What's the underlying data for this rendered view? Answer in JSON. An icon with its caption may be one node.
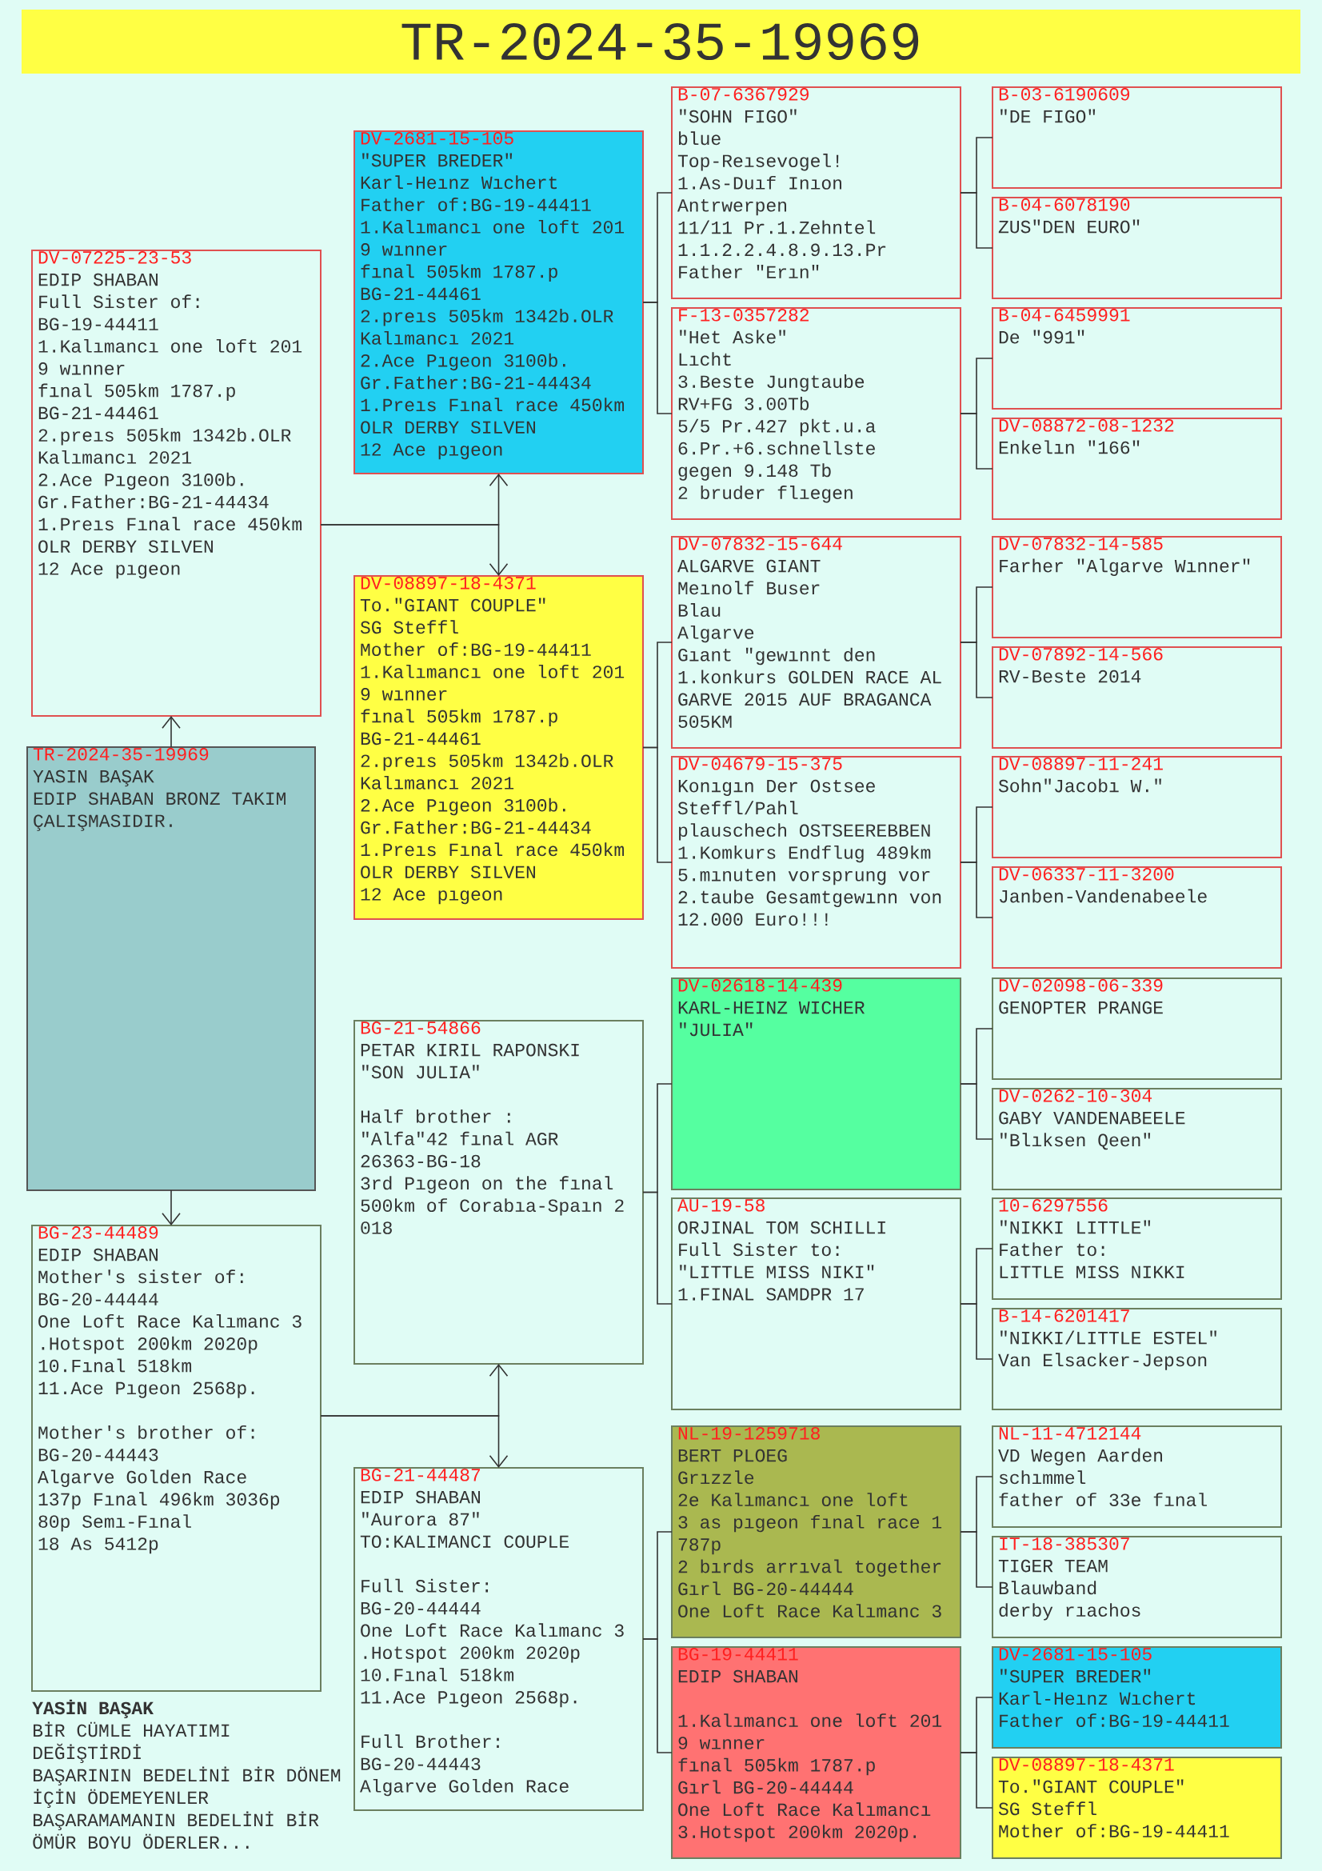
{
  "diagram": {
    "title": "TR-2024-35-19969",
    "nodes": [
      {
        "text": [
          "DV-07225-23-53",
          "EDIP SHABAN",
          "Full Sister of:",
          "BG-19-44411",
          "1.Kalımancı one loft 201",
          "9 wınner",
          "fınal 505km 1787.p",
          "BG-21-44461",
          "2.preıs 505km 1342b.OLR",
          "Kalımancı 2021",
          "2.Ace Pıgeon 3100b.",
          "Gr.Father:BG-21-44434",
          "1.Preıs Fınal race 450km",
          "OLR DERBY SILVEN",
          "12 Ace pıgeon"
        ]
      },
      {
        "text": [
          "TR-2024-35-19969",
          "YASIN BAŞAK",
          "EDIP SHABAN BRONZ TAKIM",
          "ÇALIŞMASIDIR."
        ]
      },
      {
        "text": [
          "BG-23-44489",
          "EDIP SHABAN",
          "Mother's sister of:",
          "BG-20-44444",
          "One Loft Race Kalımanc 3",
          ".Hotspot 200km 2020p",
          "10.Fınal 518km",
          "11.Ace Pıgeon 2568p.",
          "Mother's brother of:",
          "BG-20-44443",
          "Algarve Golden Race",
          "137p Fınal 496km 3036p",
          "80p Semı-Fınal",
          "18 As 5412p"
        ]
      },
      {
        "text": [
          "DV-2681-15-105",
          "\"SUPER BREDER\"",
          "Karl-Heınz Wıchert",
          "Father of:BG-19-44411",
          "1.Kalımancı one loft 201",
          "9 wınner",
          "fınal 505km 1787.p",
          "BG-21-44461",
          "2.preıs 505km 1342b.OLR",
          "Kalımancı 2021",
          "2.Ace Pıgeon 3100b.",
          "Gr.Father:BG-21-44434",
          "1.Preıs Fınal race 450km",
          "OLR DERBY SILVEN",
          "12 Ace pıgeon"
        ]
      },
      {
        "text": [
          "DV-08897-18-4371",
          "To.\"GIANT COUPLE\"",
          "SG Steffl",
          "Mother of:BG-19-44411",
          "1.Kalımancı one loft 201",
          "9 wınner",
          "fınal 505km 1787.p",
          "BG-21-44461",
          "2.preıs 505km 1342b.OLR",
          "Kalımancı 2021",
          "2.Ace Pıgeon 3100b.",
          "Gr.Father:BG-21-44434",
          "1.Preıs Fınal race 450km",
          "OLR DERBY SILVEN",
          "12 Ace pıgeon"
        ]
      },
      {
        "text": [
          "BG-21-54866",
          "PETAR KIRIL RAPONSKI",
          "\"SON JULIA\"",
          "Half brother :",
          "\"Alfa\"42 fınal AGR",
          "26363-BG-18",
          "3rd Pıgeon on the fınal",
          "500km of Corabıa-Spaın 2",
          "018"
        ]
      },
      {
        "text": [
          "BG-21-44487",
          "EDIP SHABAN",
          "\"Aurora 87\"",
          "TO:KALIMANCI COUPLE",
          "Full Sister:",
          "BG-20-44444",
          "One Loft Race Kalımanc 3",
          ".Hotspot 200km 2020p",
          "10.Fınal 518km",
          "11.Ace Pıgeon 2568p.",
          "Full Brother:",
          "BG-20-44443",
          "Algarve Golden Race"
        ]
      },
      {
        "text": [
          "B-07-6367929",
          "\"SOHN FIGO\"",
          "blue",
          "Top-Reısevogel!",
          "1.As-Duıf Inıon",
          "Antrwerpen",
          "11/11 Pr.1.Zehntel",
          "1.1.2.2.4.8.9.13.Pr",
          "Father \"Erın\""
        ]
      },
      {
        "text": [
          "F-13-0357282",
          "\"Het Aske\"",
          "Lıcht",
          "3.Beste Jungtaube",
          "RV+FG 3.00Tb",
          "5/5 Pr.427 pkt.u.a",
          "6.Pr.+6.schnellste",
          "gegen 9.148 Tb",
          "2 bruder flıegen"
        ]
      },
      {
        "text": [
          "DV-07832-15-644",
          "ALGARVE GIANT",
          "Meınolf Buser",
          "Blau",
          "Algarve",
          "Gıant \"gewınnt den",
          "1.konkurs GOLDEN RACE AL",
          "GARVE 2015 AUF BRAGANCA",
          "505KM"
        ]
      },
      {
        "text": [
          "DV-04679-15-375",
          "Konıgın Der Ostsee",
          "Steffl/Pahl",
          "plauschech OSTSEEREBBEN",
          "1.Komkurs Endflug 489km",
          "5.mınuten vorsprung vor",
          "2.taube Gesamtgewınn von",
          "12.000 Euro!!!"
        ]
      },
      {
        "text": [
          "DV-02618-14-439",
          "KARL-HEINZ WICHER",
          "\"JULIA\""
        ]
      },
      {
        "text": [
          "AU-19-58",
          "ORJINAL TOM SCHILLI",
          "Full Sister to:",
          "\"LITTLE MISS NIKI\"",
          "1.FINAL SAMDPR 17"
        ]
      },
      {
        "text": [
          "NL-19-1259718",
          "BERT PLOEG",
          "Grızzle",
          "2e Kalımancı one loft",
          "3 as pıgeon fınal race 1",
          "787p",
          "2 bırds arrıval together",
          "Gırl BG-20-44444",
          "One Loft Race Kalımanc 3"
        ]
      },
      {
        "text": [
          "BG-19-44411",
          "EDIP SHABAN",
          "1.Kalımancı one loft 201",
          "9 wınner",
          "fınal 505km 1787.p",
          "Gırl BG-20-44444",
          "One Loft Race Kalımancı",
          "3.Hotspot 200km 2020p."
        ]
      },
      {
        "text": [
          "B-03-6190609",
          "\"DE FIGO\""
        ]
      },
      {
        "text": [
          "B-04-6078190",
          "ZUS\"DEN EURO\""
        ]
      },
      {
        "text": [
          "B-04-6459991",
          "De \"991\""
        ]
      },
      {
        "text": [
          "DV-08872-08-1232",
          "Enkelın \"166\""
        ]
      },
      {
        "text": [
          "DV-07832-14-585",
          "Farher \"Algarve Wınner\""
        ]
      },
      {
        "text": [
          "DV-07892-14-566",
          "RV-Beste 2014"
        ]
      },
      {
        "text": [
          "DV-08897-11-241",
          "Sohn\"Jacobı W.\""
        ]
      },
      {
        "text": [
          "DV-06337-11-3200",
          "Janben-Vandenabeele"
        ]
      },
      {
        "text": [
          "DV-02098-06-339",
          "GENOPTER PRANGE"
        ]
      },
      {
        "text": [
          "DV-0262-10-304",
          "GABY VANDENABEELE",
          "\"Blıksen Qeen\""
        ]
      },
      {
        "text": [
          "10-6297556",
          "\"NIKKI LITTLE\"",
          "Father to:",
          "LITTLE MISS NIKKI"
        ]
      },
      {
        "text": [
          "B-14-6201417",
          "\"NIKKI/LITTLE ESTEL\"",
          "Van Elsacker-Jepson"
        ]
      },
      {
        "text": [
          "NL-11-4712144",
          "VD Wegen Aarden",
          "schımmel",
          "father of 33e fınal"
        ]
      },
      {
        "text": [
          "IT-18-385307",
          "TIGER TEAM",
          "Blauwband",
          "derby rıachos"
        ]
      },
      {
        "text": [
          "DV-2681-15-105",
          "\"SUPER BREDER\"",
          "Karl-Heınz Wıchert",
          "Father of:BG-19-44411"
        ]
      },
      {
        "text": [
          "DV-08897-18-4371",
          "To.\"GIANT COUPLE\"",
          "SG Steffl",
          "Mother of:BG-19-44411"
        ]
      }
    ],
    "edges": [
      {
        "from": 1,
        "to": 0,
        "arrow": "to"
      },
      {
        "from": 1,
        "to": 2,
        "arrow": "to"
      },
      {
        "from": 0,
        "to": 3,
        "arrow": "to"
      },
      {
        "from": 0,
        "to": 4,
        "arrow": "to"
      },
      {
        "from": 2,
        "to": 5,
        "arrow": "to"
      },
      {
        "from": 2,
        "to": 6,
        "arrow": "to"
      },
      {
        "from": 3,
        "to": 7,
        "arrow": "none"
      },
      {
        "from": 3,
        "to": 8,
        "arrow": "none"
      },
      {
        "from": 4,
        "to": 9,
        "arrow": "none"
      },
      {
        "from": 4,
        "to": 10,
        "arrow": "none"
      },
      {
        "from": 5,
        "to": 11,
        "arrow": "none"
      },
      {
        "from": 5,
        "to": 12,
        "arrow": "none"
      },
      {
        "from": 6,
        "to": 13,
        "arrow": "none"
      },
      {
        "from": 6,
        "to": 14,
        "arrow": "none"
      },
      {
        "from": 7,
        "to": 15,
        "arrow": "none"
      },
      {
        "from": 7,
        "to": 16,
        "arrow": "none"
      },
      {
        "from": 8,
        "to": 17,
        "arrow": "none"
      },
      {
        "from": 8,
        "to": 18,
        "arrow": "none"
      },
      {
        "from": 9,
        "to": 19,
        "arrow": "none"
      },
      {
        "from": 9,
        "to": 20,
        "arrow": "none"
      },
      {
        "from": 10,
        "to": 21,
        "arrow": "none"
      },
      {
        "from": 10,
        "to": 22,
        "arrow": "none"
      },
      {
        "from": 11,
        "to": 23,
        "arrow": "none"
      },
      {
        "from": 11,
        "to": 24,
        "arrow": "none"
      },
      {
        "from": 12,
        "to": 25,
        "arrow": "none"
      },
      {
        "from": 12,
        "to": 26,
        "arrow": "none"
      },
      {
        "from": 13,
        "to": 27,
        "arrow": "none"
      },
      {
        "from": 13,
        "to": 28,
        "arrow": "none"
      },
      {
        "from": 14,
        "to": 29,
        "arrow": "none"
      },
      {
        "from": 14,
        "to": 30,
        "arrow": "none"
      }
    ],
    "labels": [
      "YASİN BAŞAK",
      "BİR CÜMLE HAYATIMI",
      "DEĞİŞTİRDİ",
      "BAŞARININ BEDELİNİ BİR DÖNEM",
      "İÇİN ÖDEMEYENLER",
      "BAŞARAMAMANIN BEDELİNİ BİR",
      "ÖMÜR BOYU ÖDERLER..."
    ]
  }
}
